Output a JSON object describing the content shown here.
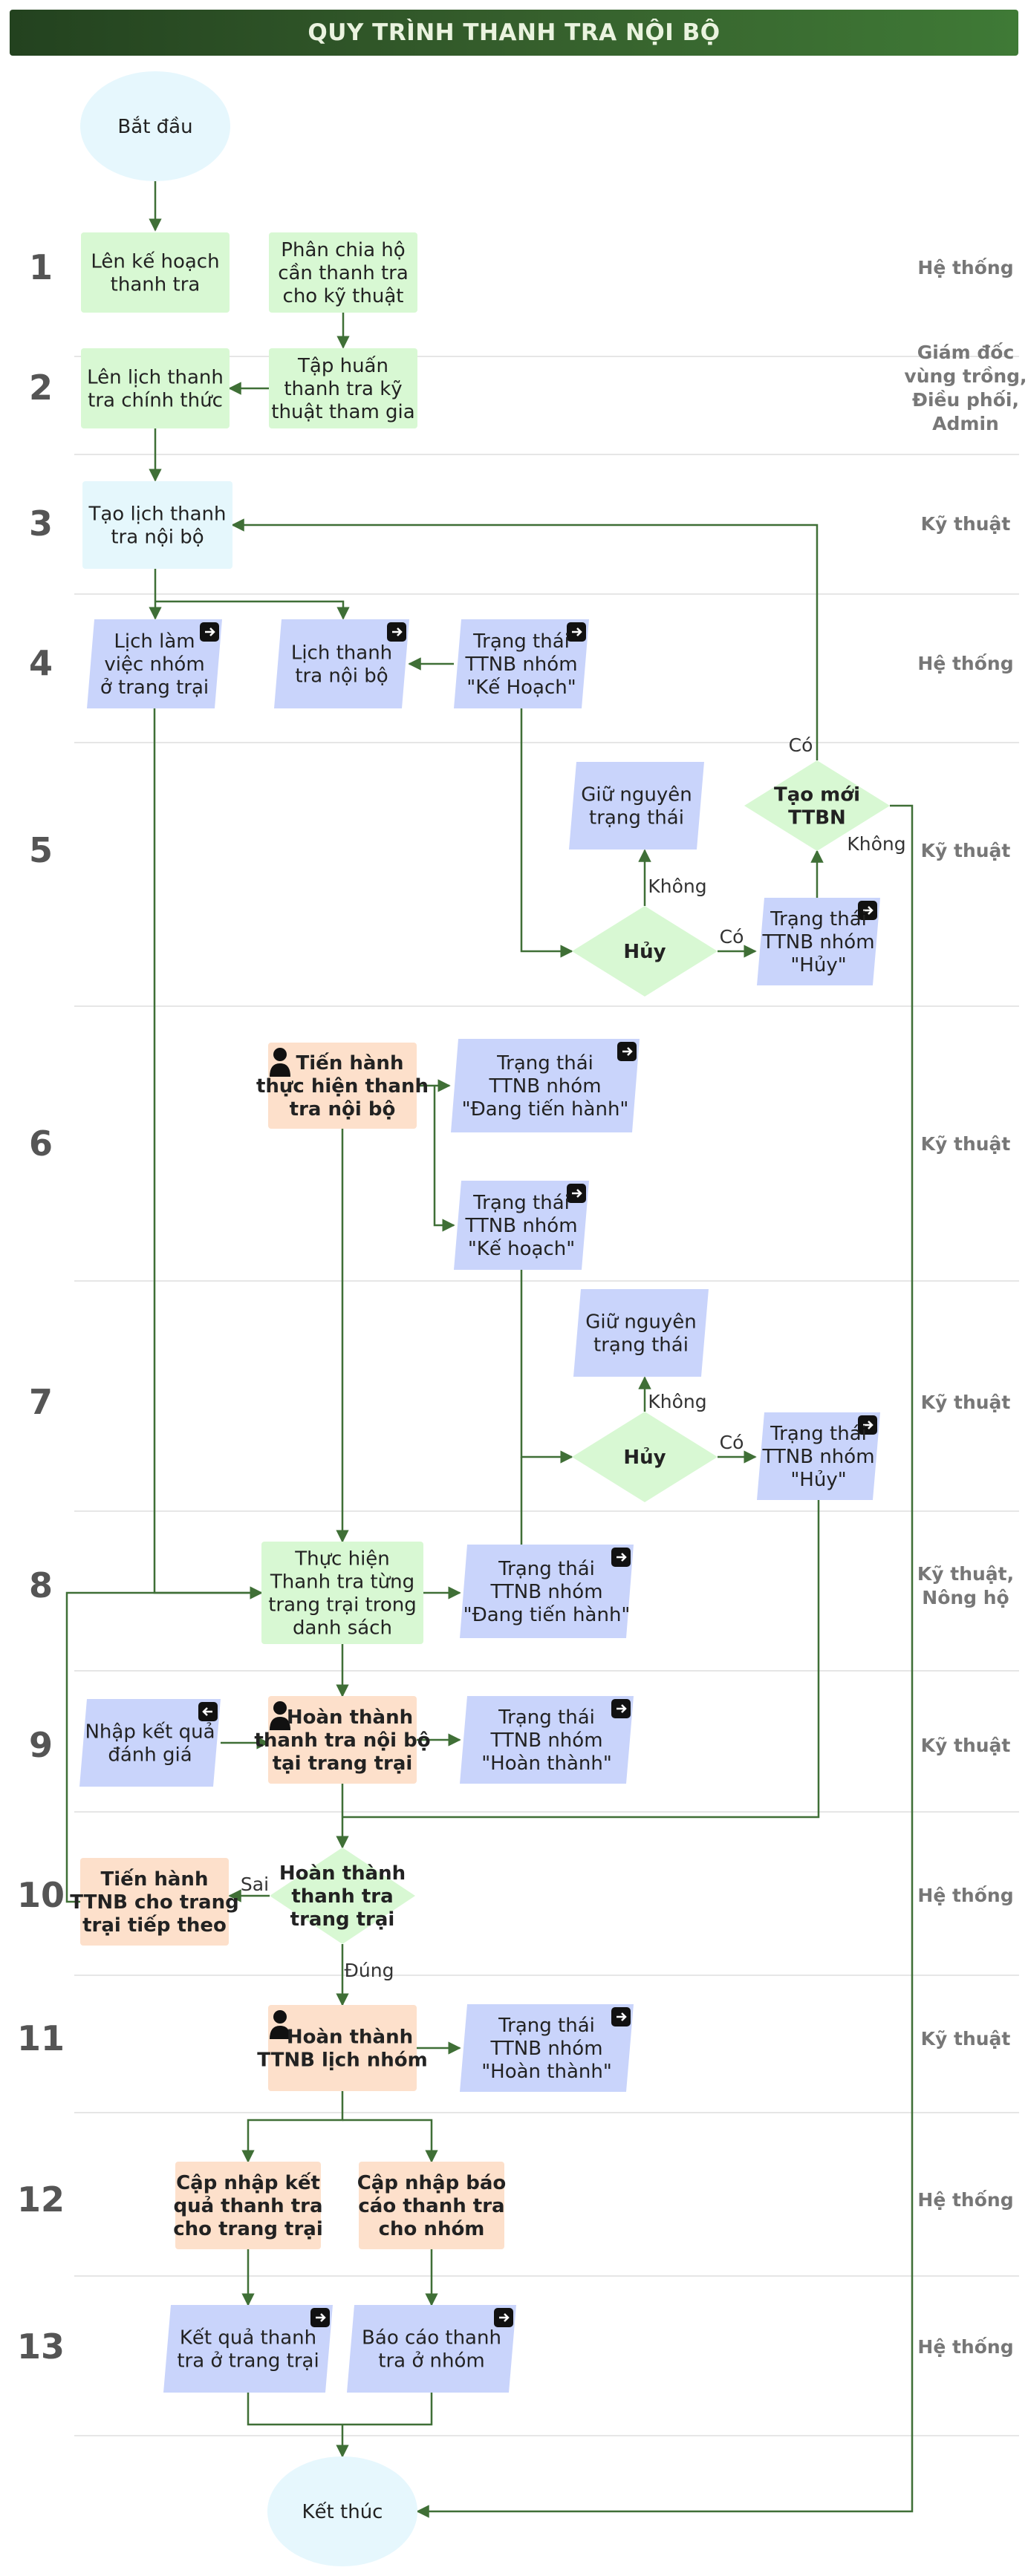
{
  "title": "QUY TRÌNH THANH TRA NỘI BỘ",
  "colors": {
    "title_bar": "#2f5327",
    "terminal": "#e6f7fd",
    "process_green": "#d8f8d3",
    "process_cyan": "#e5f7fc",
    "process_orange": "#fde0cb",
    "data_blue": "#c9d4fb",
    "decision": "#d8f8d3",
    "edge": "#3f6f36"
  },
  "rows": [
    {
      "num": "1",
      "role": [
        "Hệ thống"
      ]
    },
    {
      "num": "2",
      "role": [
        "Giám đốc",
        "vùng trồng,",
        "Điều phối,",
        "Admin"
      ]
    },
    {
      "num": "3",
      "role": [
        "Kỹ thuật"
      ]
    },
    {
      "num": "4",
      "role": [
        "Hệ thống"
      ]
    },
    {
      "num": "5",
      "role": [
        "Kỹ thuật"
      ]
    },
    {
      "num": "6",
      "role": [
        "Kỹ thuật"
      ]
    },
    {
      "num": "7",
      "role": [
        "Kỹ thuật"
      ]
    },
    {
      "num": "8",
      "role": [
        "Kỹ thuật,",
        "Nông hộ"
      ]
    },
    {
      "num": "9",
      "role": [
        "Kỹ thuật"
      ]
    },
    {
      "num": "10",
      "role": [
        "Hệ thống"
      ]
    },
    {
      "num": "11",
      "role": [
        "Kỹ thuật"
      ]
    },
    {
      "num": "12",
      "role": [
        "Hệ thống"
      ]
    },
    {
      "num": "13",
      "role": [
        "Hệ thống"
      ]
    }
  ],
  "nodes": [
    {
      "id": "start",
      "kind": "terminal",
      "lines": [
        "Bắt đầu"
      ]
    },
    {
      "id": "plan",
      "kind": "process_green",
      "lines": [
        "Lên kế hoạch",
        "thanh tra"
      ]
    },
    {
      "id": "divide",
      "kind": "process_green",
      "lines": [
        "Phân chia hộ",
        "cần thanh tra",
        "cho kỹ thuật"
      ]
    },
    {
      "id": "schedule",
      "kind": "process_green",
      "lines": [
        "Lên lịch thanh",
        "tra chính thức"
      ]
    },
    {
      "id": "train",
      "kind": "process_green",
      "lines": [
        "Tập huấn",
        "thanh tra kỹ",
        "thuật tham gia"
      ]
    },
    {
      "id": "create",
      "kind": "process_cyan",
      "lines": [
        "Tạo lịch thanh",
        "tra nội bộ"
      ]
    },
    {
      "id": "work",
      "kind": "data",
      "lines": [
        "Lịch làm",
        "việc nhóm",
        "ở trang trại"
      ]
    },
    {
      "id": "insp",
      "kind": "data",
      "lines": [
        "Lịch thanh",
        "tra nội bộ"
      ]
    },
    {
      "id": "st_plan1",
      "kind": "data",
      "lines": [
        "Trạng thái",
        "TTNB nhóm",
        "\"Kế Hoạch\""
      ]
    },
    {
      "id": "keep1",
      "kind": "data",
      "lines": [
        "Giữ nguyên",
        "trạng thái"
      ]
    },
    {
      "id": "newttbn",
      "kind": "decision",
      "lines": [
        "Tạo mới",
        "TTBN"
      ]
    },
    {
      "id": "cancel1",
      "kind": "decision",
      "lines": [
        "Hủy"
      ]
    },
    {
      "id": "st_cancel1",
      "kind": "data",
      "lines": [
        "Trạng thái",
        "TTNB nhóm",
        "\"Hủy\""
      ]
    },
    {
      "id": "exec",
      "kind": "process_orange",
      "lines": [
        "Tiến hành",
        "thực hiện thanh",
        "tra nội bộ"
      ]
    },
    {
      "id": "st_prog1",
      "kind": "data",
      "lines": [
        "Trạng thái",
        "TTNB nhóm",
        "\"Đang tiến hành\""
      ]
    },
    {
      "id": "st_plan2",
      "kind": "data",
      "lines": [
        "Trạng thái",
        "TTNB nhóm",
        "\"Kế hoạch\""
      ]
    },
    {
      "id": "keep2",
      "kind": "data",
      "lines": [
        "Giữ nguyên",
        "trạng thái"
      ]
    },
    {
      "id": "cancel2",
      "kind": "decision",
      "lines": [
        "Hủy"
      ]
    },
    {
      "id": "st_cancel2",
      "kind": "data",
      "lines": [
        "Trạng thái",
        "TTNB nhóm",
        "\"Hủy\""
      ]
    },
    {
      "id": "farm",
      "kind": "process_green",
      "lines": [
        "Thực hiện",
        "Thanh tra từng",
        "trang trại trong",
        "danh sách"
      ]
    },
    {
      "id": "st_prog2",
      "kind": "data",
      "lines": [
        "Trạng thái",
        "TTNB nhóm",
        "\"Đang tiến hành\""
      ]
    },
    {
      "id": "input",
      "kind": "data",
      "lines": [
        "Nhập kết quả",
        "đánh giá"
      ]
    },
    {
      "id": "done_farm",
      "kind": "process_orange",
      "lines": [
        "Hoàn thành",
        "thanh tra nội bộ",
        "tại trang trại"
      ]
    },
    {
      "id": "st_done1",
      "kind": "data",
      "lines": [
        "Trạng thái",
        "TTNB nhóm",
        "\"Hoàn thành\""
      ]
    },
    {
      "id": "next",
      "kind": "process_orange",
      "lines": [
        "Tiến hành",
        "TTNB cho trang",
        "trại tiếp theo"
      ]
    },
    {
      "id": "done_dec",
      "kind": "decision",
      "lines": [
        "Hoàn thành",
        "thanh tra",
        "trang trại"
      ]
    },
    {
      "id": "done_grp",
      "kind": "process_orange",
      "lines": [
        "Hoàn thành",
        "TTNB lịch nhóm"
      ]
    },
    {
      "id": "st_done2",
      "kind": "data",
      "lines": [
        "Trạng thái",
        "TTNB nhóm",
        "\"Hoàn thành\""
      ]
    },
    {
      "id": "upd_farm",
      "kind": "process_orange",
      "lines": [
        "Cập nhập kết",
        "quả thanh tra",
        "cho trang trại"
      ]
    },
    {
      "id": "upd_grp",
      "kind": "process_orange",
      "lines": [
        "Cập nhập báo",
        "cáo thanh tra",
        "cho nhóm"
      ]
    },
    {
      "id": "res_farm",
      "kind": "data",
      "lines": [
        "Kết quả thanh",
        "tra ở trang trại"
      ]
    },
    {
      "id": "rep_grp",
      "kind": "data",
      "lines": [
        "Báo cáo thanh",
        "tra ở nhóm"
      ]
    },
    {
      "id": "end",
      "kind": "terminal",
      "lines": [
        "Kết thúc"
      ]
    }
  ],
  "edge_labels": [
    {
      "id": "lbl_co_top",
      "text": "Có"
    },
    {
      "id": "lbl_khong_right",
      "text": "Không"
    },
    {
      "id": "lbl_khong1",
      "text": "Không"
    },
    {
      "id": "lbl_co1",
      "text": "Có"
    },
    {
      "id": "lbl_khong2",
      "text": "Không"
    },
    {
      "id": "lbl_co2",
      "text": "Có"
    },
    {
      "id": "lbl_sai",
      "text": "Sai"
    },
    {
      "id": "lbl_dung",
      "text": "Đúng"
    }
  ],
  "icons": {
    "data_node_icon": "export-arrow-icon",
    "import_icon": "import-arrow-icon",
    "person_icon": "person-icon"
  }
}
